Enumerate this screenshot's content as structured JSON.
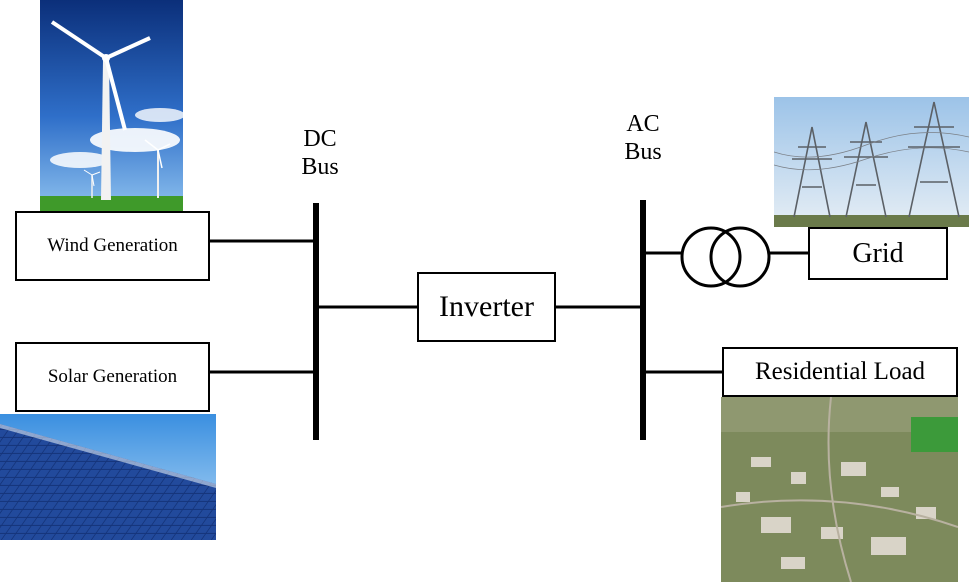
{
  "dc_bus": {
    "line1": "DC",
    "line2": "Bus"
  },
  "ac_bus": {
    "line1": "AC",
    "line2": "Bus"
  },
  "blocks": {
    "wind": "Wind Generation",
    "solar": "Solar Generation",
    "inverter": "Inverter",
    "grid": "Grid",
    "load": "Residential Load"
  }
}
